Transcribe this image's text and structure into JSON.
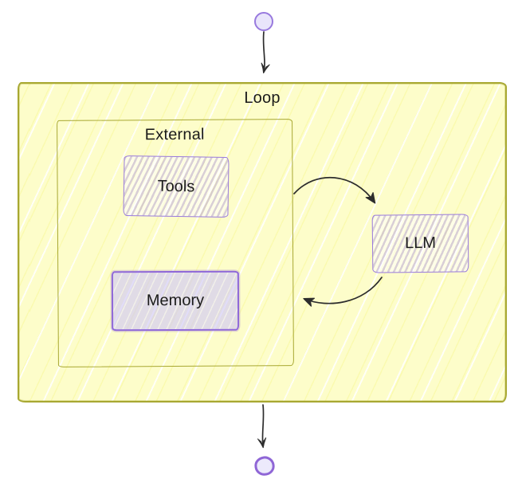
{
  "diagram": {
    "type": "flowchart",
    "nodes": {
      "start": {
        "type": "circle",
        "label": ""
      },
      "loop": {
        "type": "subgraph",
        "label": "Loop"
      },
      "external": {
        "type": "subgraph",
        "label": "External"
      },
      "tools": {
        "type": "box",
        "label": "Tools"
      },
      "memory": {
        "type": "box",
        "label": "Memory"
      },
      "llm": {
        "type": "box",
        "label": "LLM"
      },
      "end": {
        "type": "circle",
        "label": ""
      }
    },
    "edges": [
      {
        "from": "start",
        "to": "loop"
      },
      {
        "from": "external",
        "to": "llm"
      },
      {
        "from": "llm",
        "to": "external"
      },
      {
        "from": "loop",
        "to": "end"
      }
    ],
    "colors": {
      "canvas_bg": "#ffffff",
      "loop_fill": "#fdfdca",
      "container_border": "#a8a832",
      "node_border": "#9879de",
      "memory_border": "#8f68d8",
      "node_fill": "#e9e5fb",
      "arrow": "#2d2d2d",
      "text": "#1a1a1a"
    }
  }
}
